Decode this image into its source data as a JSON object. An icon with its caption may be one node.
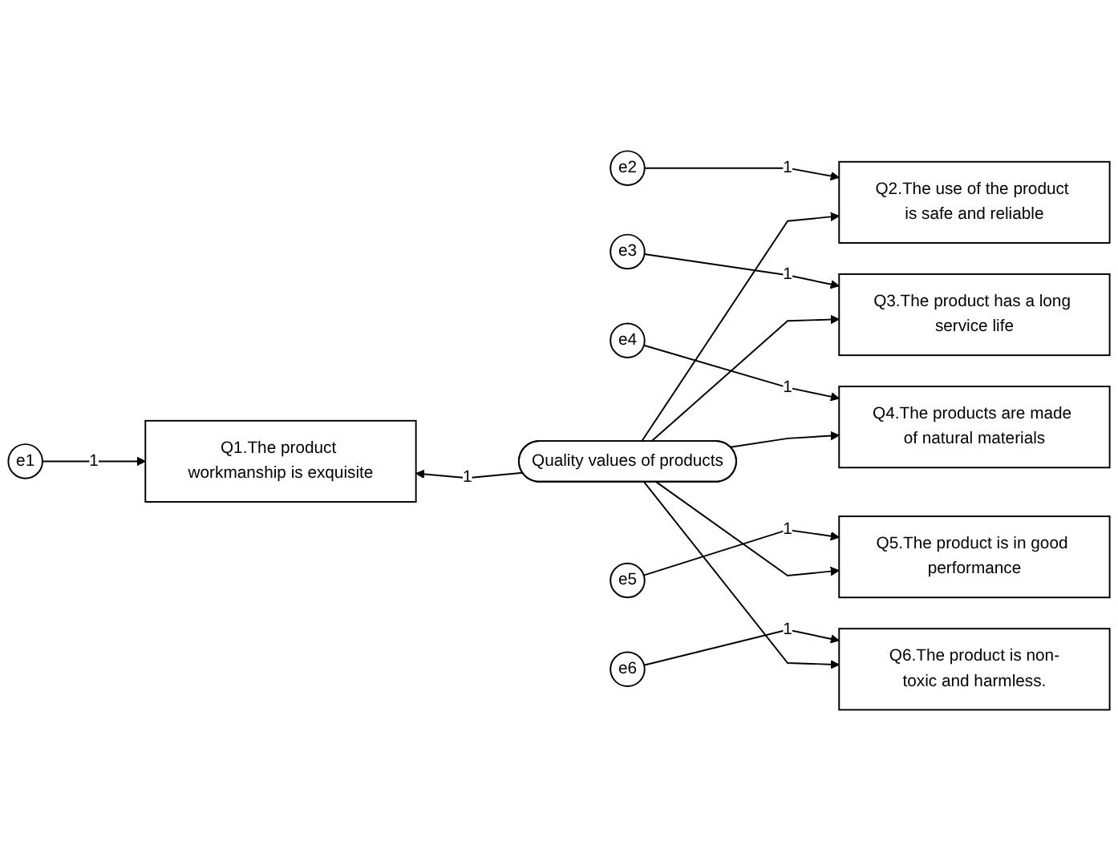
{
  "diagram": {
    "nodes": [
      {
        "text": [
          "e1"
        ]
      },
      {
        "text": [
          "Q1.The product workmanship is exquisite"
        ]
      },
      {
        "text": [
          "e2"
        ]
      },
      {
        "text": [
          "Q2.The use of the product is safe and reliable"
        ]
      },
      {
        "text": [
          "e3"
        ]
      },
      {
        "text": [
          "Q3.The product has a long service life"
        ]
      },
      {
        "text": [
          "e4"
        ]
      },
      {
        "text": [
          "Q4.The products are made of natural materials"
        ]
      },
      {
        "text": [
          "e5"
        ]
      },
      {
        "text": [
          "Q5.The product is in good performance"
        ]
      },
      {
        "text": [
          "e6"
        ]
      },
      {
        "text": [
          "Q6.The product is non-toxic and harmless."
        ]
      },
      {
        "text": [
          "Quality values of products"
        ]
      }
    ],
    "edges": [
      {
        "from": 0,
        "to": 1,
        "arrow": "to",
        "label": "1"
      },
      {
        "from": 2,
        "to": 3,
        "arrow": "to",
        "label": "1"
      },
      {
        "from": 4,
        "to": 5,
        "arrow": "to",
        "label": "1"
      },
      {
        "from": 6,
        "to": 7,
        "arrow": "to",
        "label": "1"
      },
      {
        "from": 8,
        "to": 9,
        "arrow": "to",
        "label": "1"
      },
      {
        "from": 10,
        "to": 11,
        "arrow": "to",
        "label": "1"
      },
      {
        "from": 12,
        "to": 1,
        "arrow": "to",
        "label": "1"
      },
      {
        "from": 12,
        "to": 3,
        "arrow": "to"
      },
      {
        "from": 12,
        "to": 5,
        "arrow": "to"
      },
      {
        "from": 12,
        "to": 7,
        "arrow": "to"
      },
      {
        "from": 12,
        "to": 9,
        "arrow": "to"
      },
      {
        "from": 12,
        "to": 11,
        "arrow": "to"
      }
    ]
  }
}
